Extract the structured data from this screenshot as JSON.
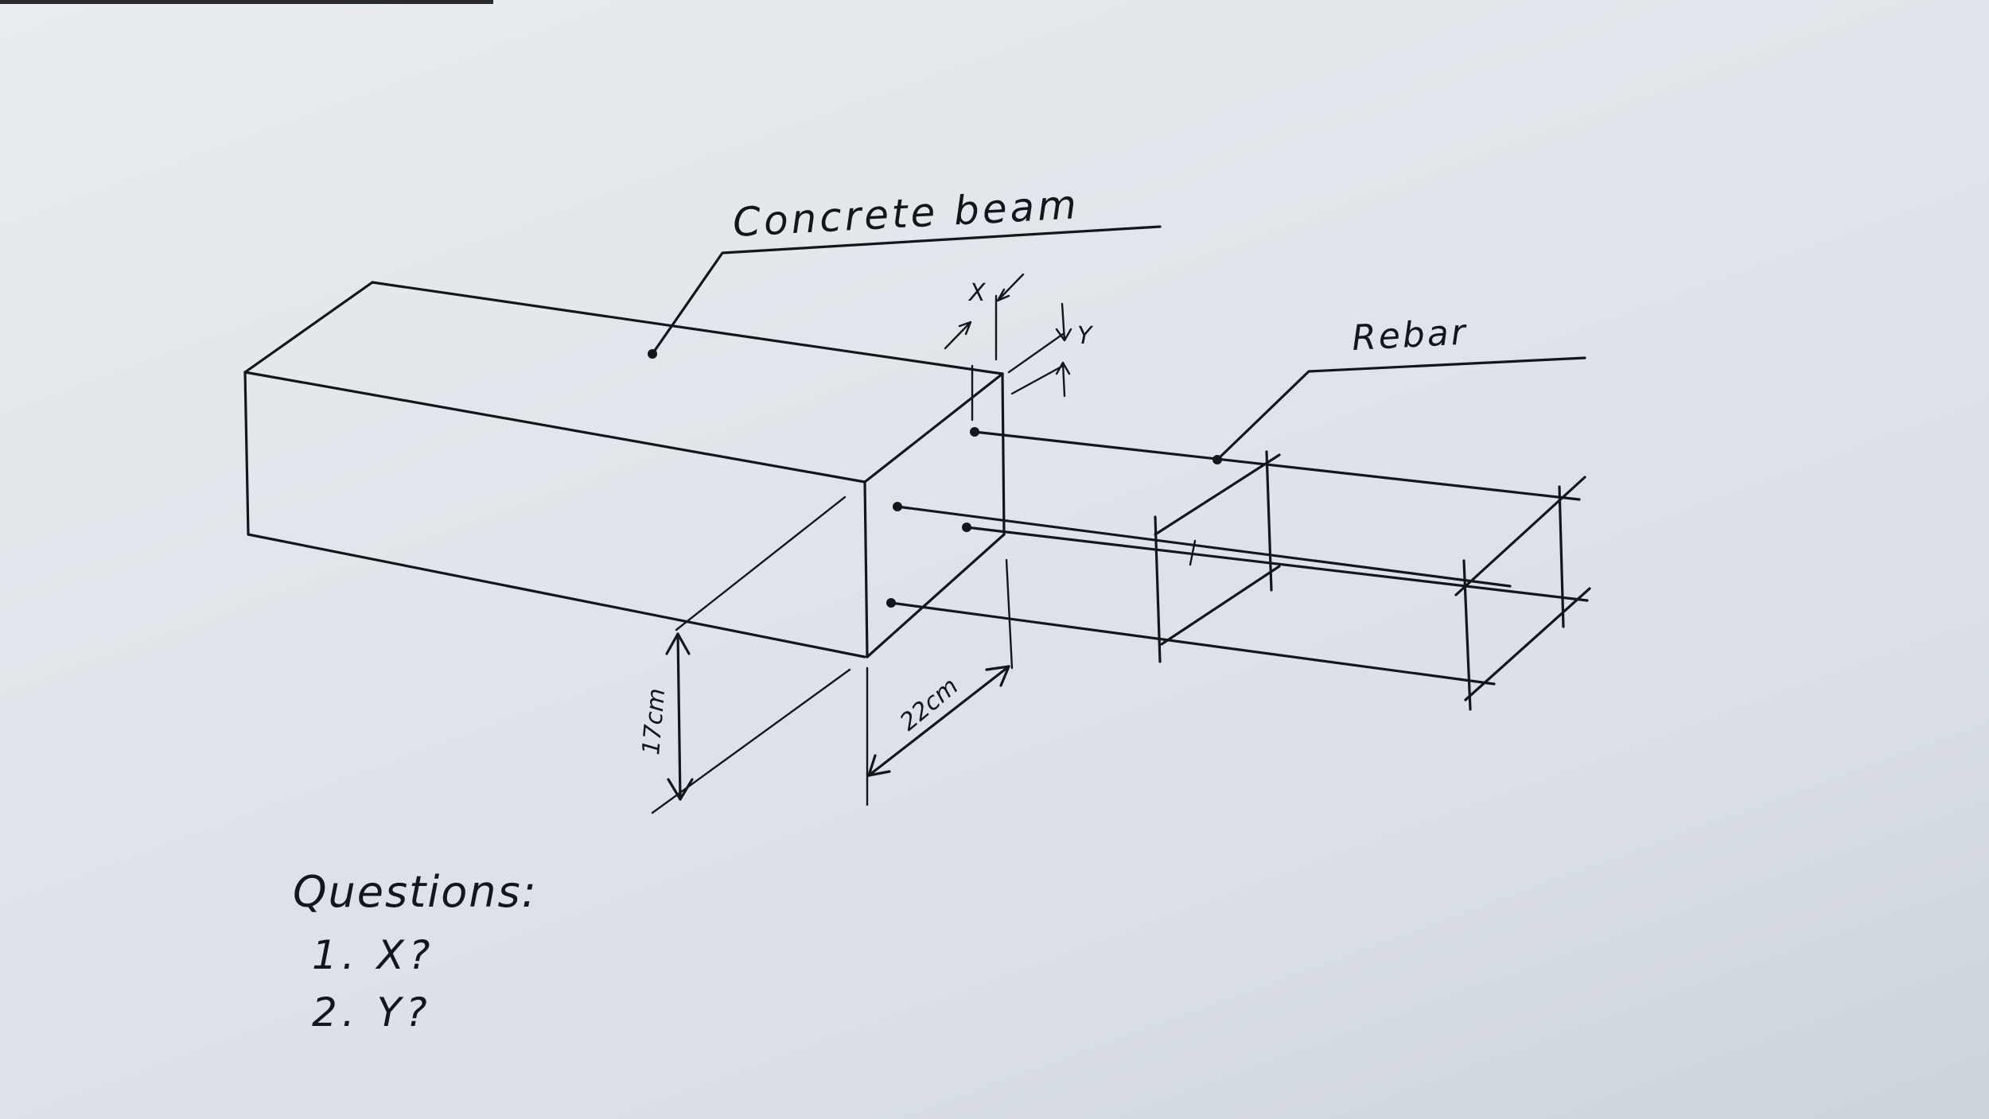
{
  "labels": {
    "concrete_beam": "Concrete beam",
    "rebar": "Rebar",
    "x": "X",
    "y": "Y",
    "height_dim": "17cm",
    "width_dim": "22cm"
  },
  "questions": {
    "title": "Questions:",
    "items": [
      "1. X?",
      "2. Y?"
    ]
  }
}
